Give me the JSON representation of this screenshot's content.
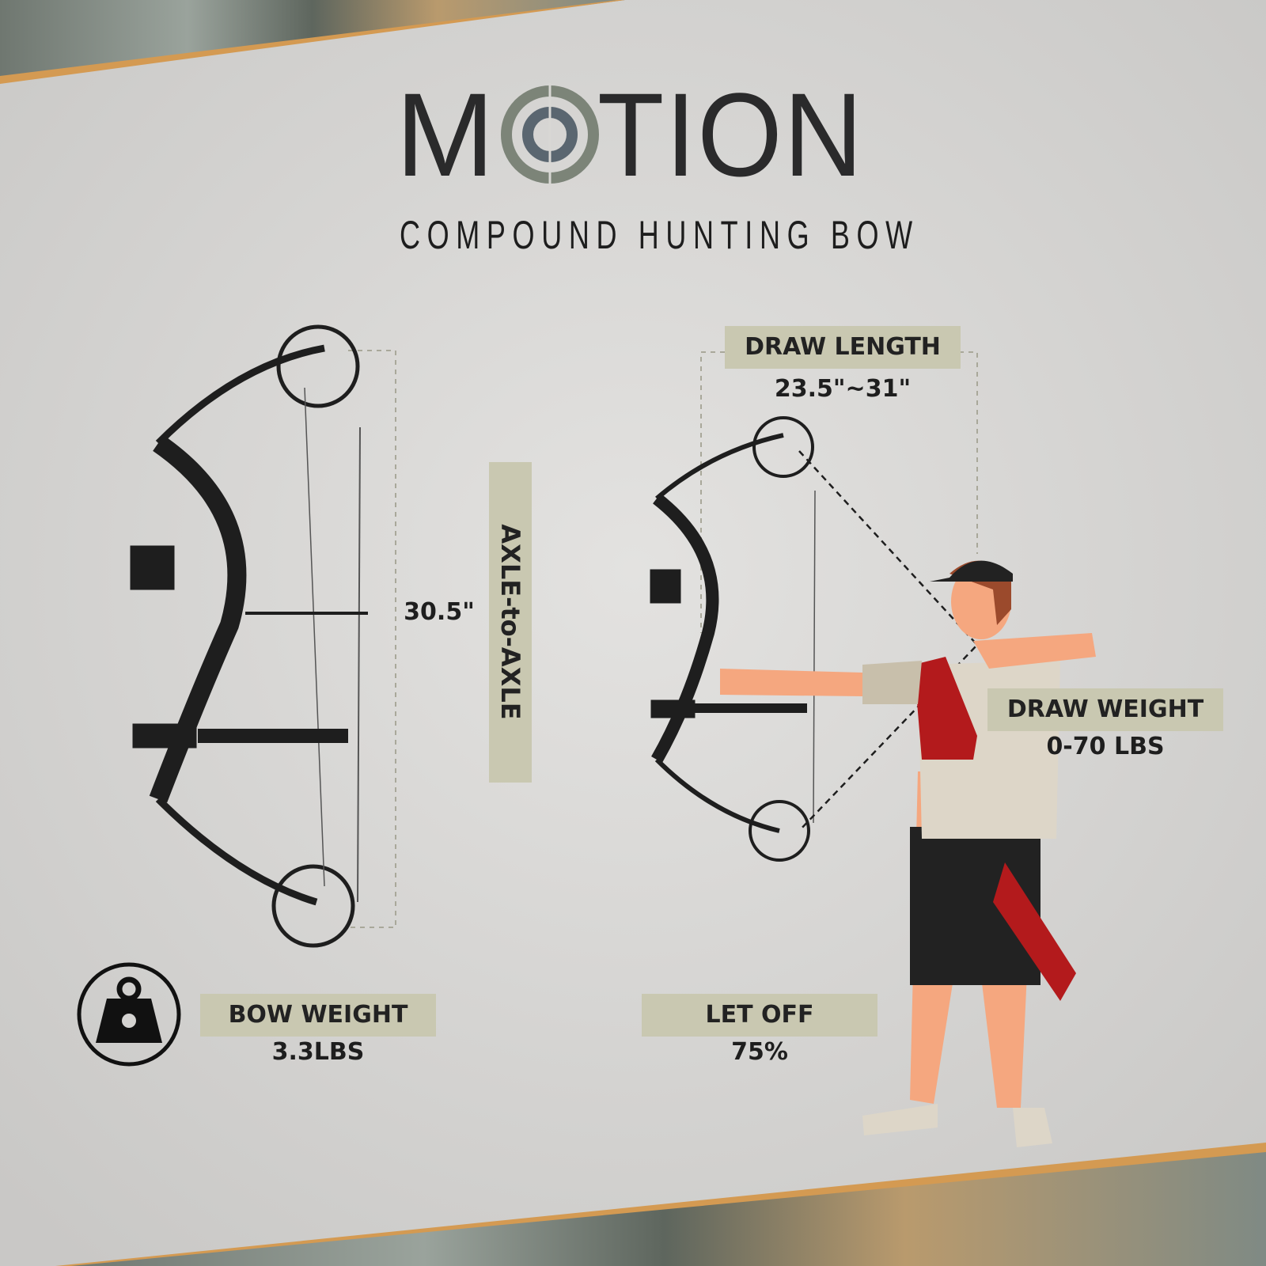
{
  "brand": {
    "logo_text": "MOTION",
    "subtitle": "COMPOUND HUNTING BOW"
  },
  "specs": {
    "axle_to_axle": {
      "label": "AXLE-to-AXLE",
      "value": "30.5\""
    },
    "draw_length": {
      "label": "DRAW LENGTH",
      "value": "23.5\"~31\""
    },
    "draw_weight": {
      "label": "DRAW WEIGHT",
      "value": "0-70 LBS"
    },
    "bow_weight": {
      "label": "BOW WEIGHT",
      "value": "3.3LBS"
    },
    "let_off": {
      "label": "LET OFF",
      "value": "75%"
    }
  },
  "icons": {
    "weight": "weight-icon"
  },
  "colors": {
    "accent_band": "#d49a52",
    "tag_bg": "#c9c8b1",
    "text": "#222222",
    "background": "#d4d3d1"
  }
}
